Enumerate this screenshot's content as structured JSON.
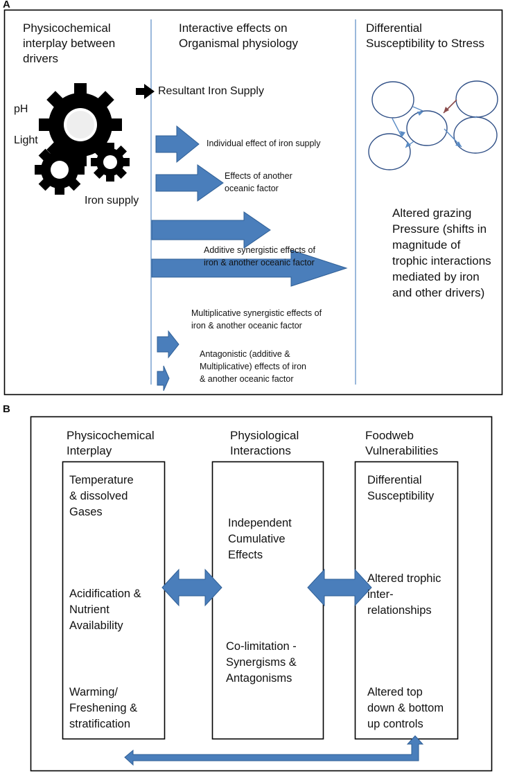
{
  "panel_a": {
    "label": "A",
    "headers": {
      "col1": [
        "Physicochemical",
        "interplay between",
        "drivers"
      ],
      "col2": [
        "Interactive effects on",
        "Organismal physiology"
      ],
      "col3": [
        "Differential",
        "Susceptibility to Stress"
      ]
    },
    "drivers": {
      "ph": "pH",
      "light": "Light",
      "iron": "Iron supply"
    },
    "resultant": "Resultant  Iron Supply",
    "effects": {
      "individual": "Individual effect of iron supply",
      "another": [
        "Effects of another",
        "oceanic factor"
      ],
      "additive": [
        "Additive synergistic effects of",
        "iron & another oceanic factor"
      ],
      "multiplicative": [
        "Multiplicative synergistic effects of",
        "iron & another oceanic factor"
      ],
      "antagonistic": [
        "Antagonistic (additive &",
        "Multiplicative) effects of iron",
        "& another oceanic factor"
      ]
    },
    "grazing": [
      "Altered grazing",
      "Pressure (shifts in",
      "magnitude of",
      "trophic interactions",
      "mediated by iron",
      "and other drivers)"
    ]
  },
  "panel_b": {
    "label": "B",
    "columns": {
      "col1": {
        "header": [
          "Physicochemical",
          "Interplay"
        ],
        "items": [
          [
            "Temperature",
            "& dissolved",
            "Gases"
          ],
          [
            "Acidification &",
            "Nutrient",
            "Availability"
          ],
          [
            "Warming/",
            "Freshening &",
            "stratification"
          ]
        ]
      },
      "col2": {
        "header": [
          "Physiological",
          "Interactions"
        ],
        "items": [
          [
            "Independent",
            "Cumulative",
            "Effects"
          ],
          [
            "Co-limitation -",
            "Synergisms &",
            "Antagonisms"
          ]
        ]
      },
      "col3": {
        "header": [
          "Foodweb",
          "Vulnerabilities"
        ],
        "items": [
          [
            "Differential",
            "Susceptibility"
          ],
          [
            "Altered trophic",
            "inter-",
            "relationships"
          ],
          [
            "Altered top",
            "down & bottom",
            "up controls"
          ]
        ]
      }
    }
  },
  "colors": {
    "arrow_fill": "#4a7ebb",
    "arrow_stroke": "#2f5f96",
    "divider": "#6f9bcc",
    "gear": "#000000"
  }
}
